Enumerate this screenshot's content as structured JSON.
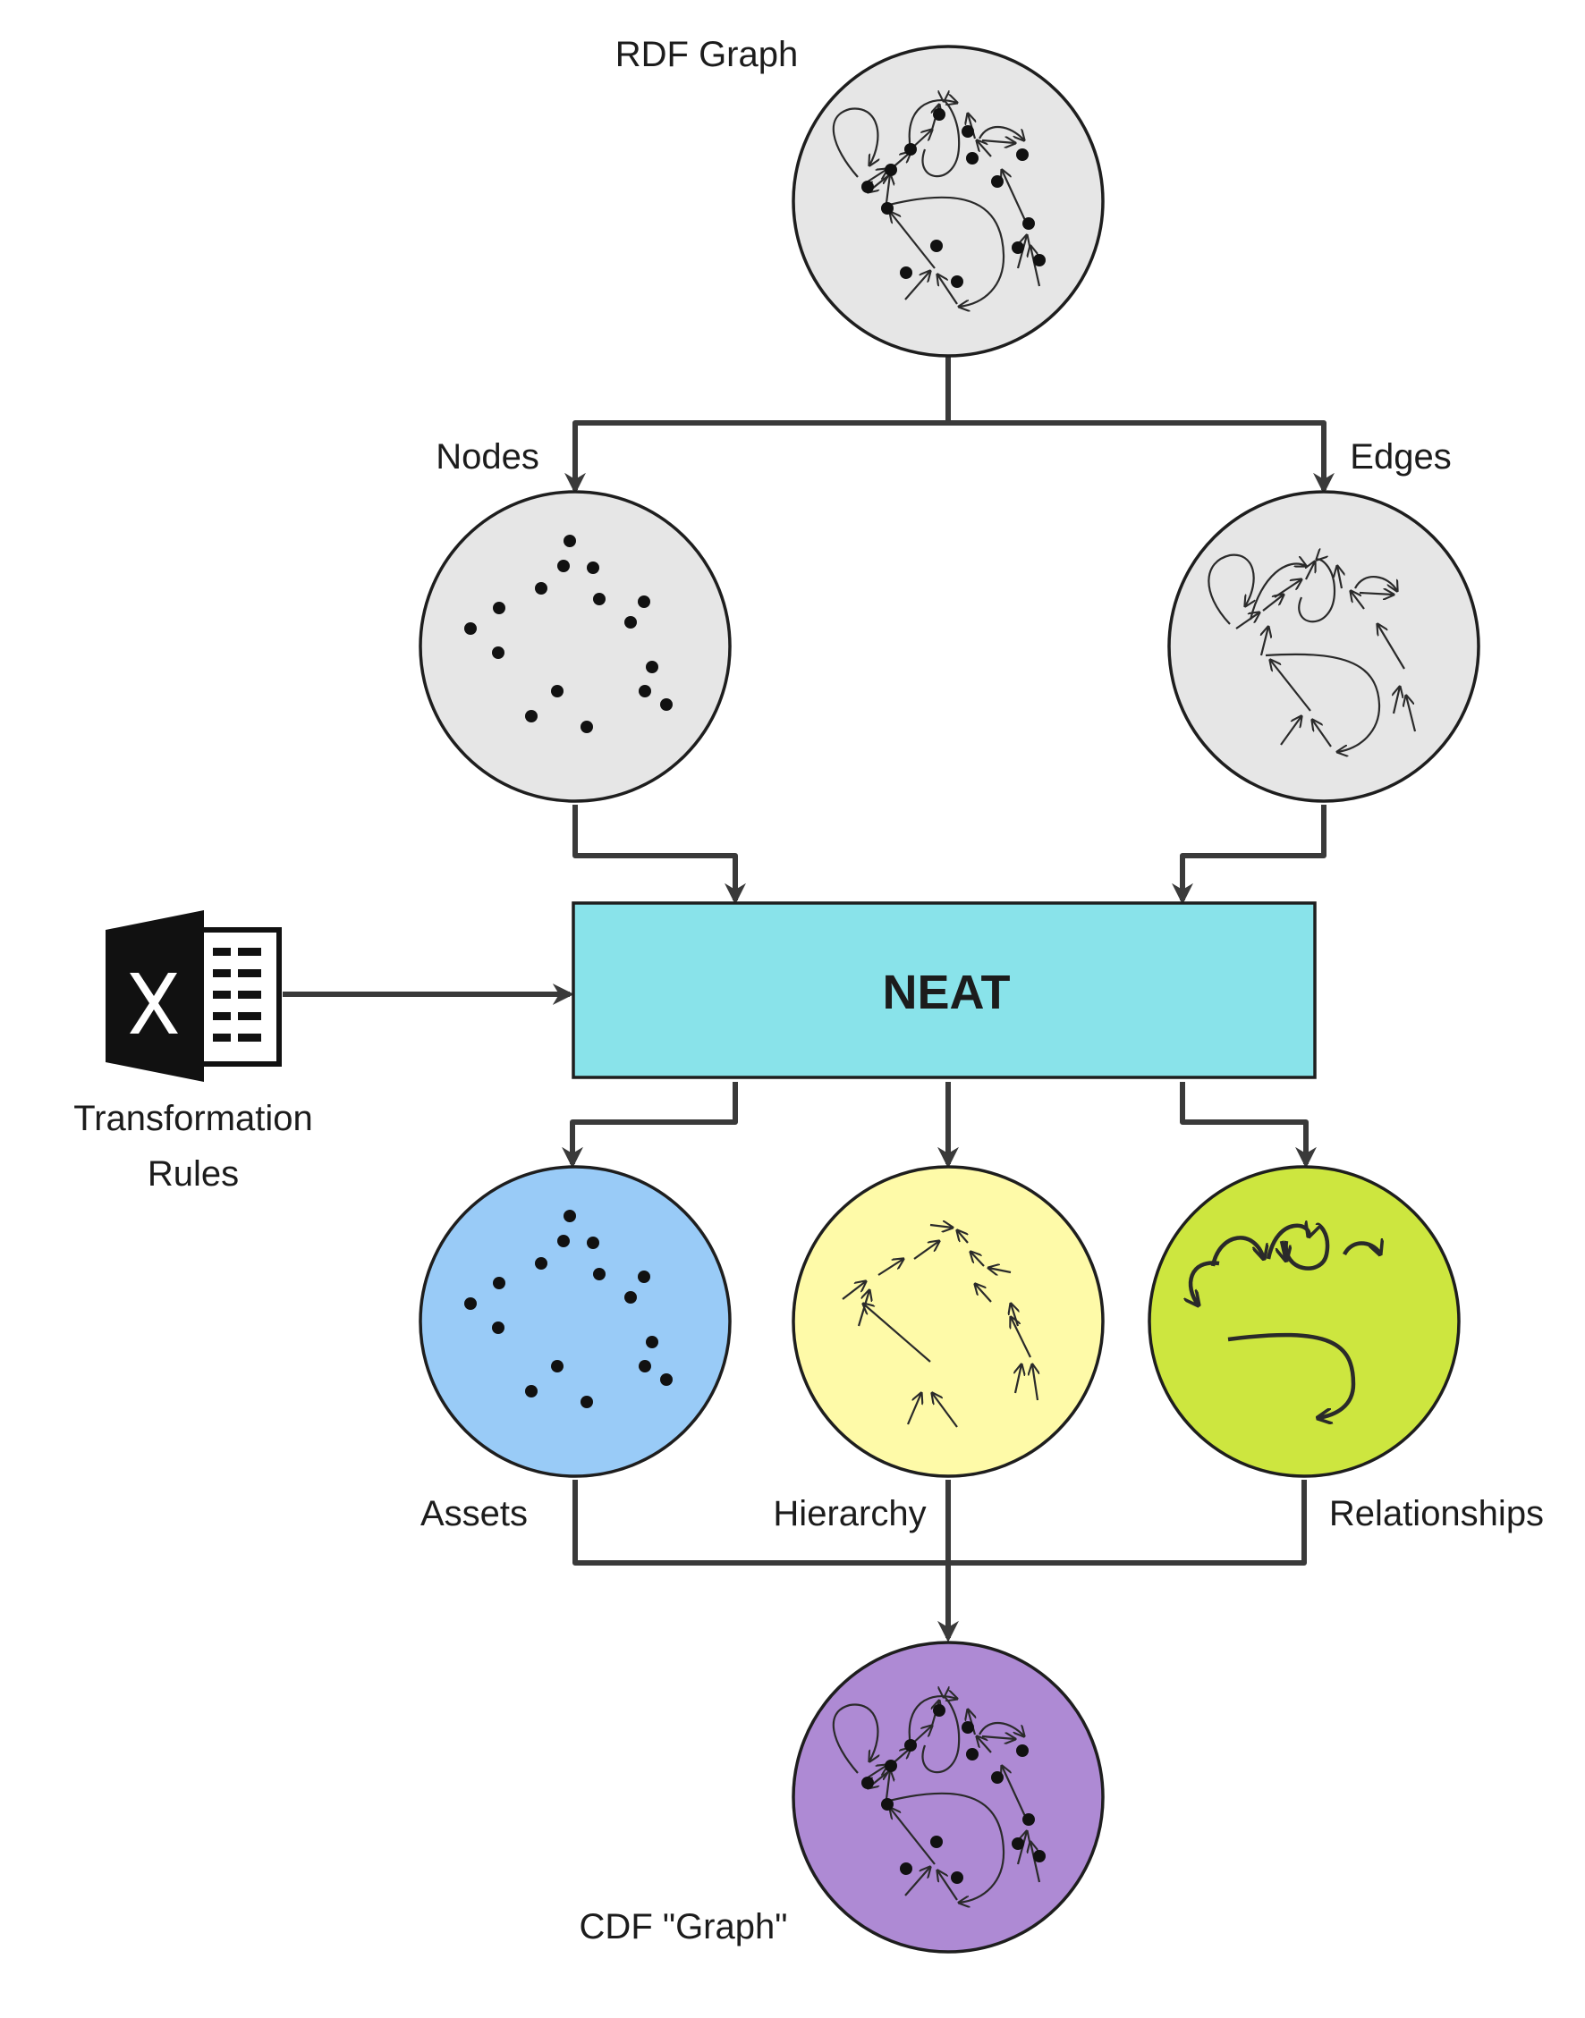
{
  "colors": {
    "gray_node": "#e6e6e6",
    "assets": "#99cbf7",
    "hierarchy": "#fefaa8",
    "relationships": "#cde63f",
    "cdf_graph": "#ae8ad4",
    "neat_box": "#89e3ea",
    "connector": "#3a3a3a"
  },
  "nodes": {
    "rdf_graph": {
      "label": "RDF Graph",
      "icon": "full-graph-icon"
    },
    "nodes": {
      "label": "Nodes",
      "icon": "scattered-dots-icon"
    },
    "edges": {
      "label": "Edges",
      "icon": "edges-arrows-icon"
    },
    "neat": {
      "label": "NEAT"
    },
    "transformation_rules": {
      "label_line1": "Transformation",
      "label_line2": "Rules",
      "icon": "excel-file-icon"
    },
    "assets": {
      "label": "Assets",
      "icon": "scattered-dots-icon"
    },
    "hierarchy": {
      "label": "Hierarchy",
      "icon": "tree-arrows-icon"
    },
    "relationships": {
      "label": "Relationships",
      "icon": "curved-arrows-icon"
    },
    "cdf_graph": {
      "label": "CDF \"Graph\"",
      "icon": "full-graph-icon"
    }
  }
}
